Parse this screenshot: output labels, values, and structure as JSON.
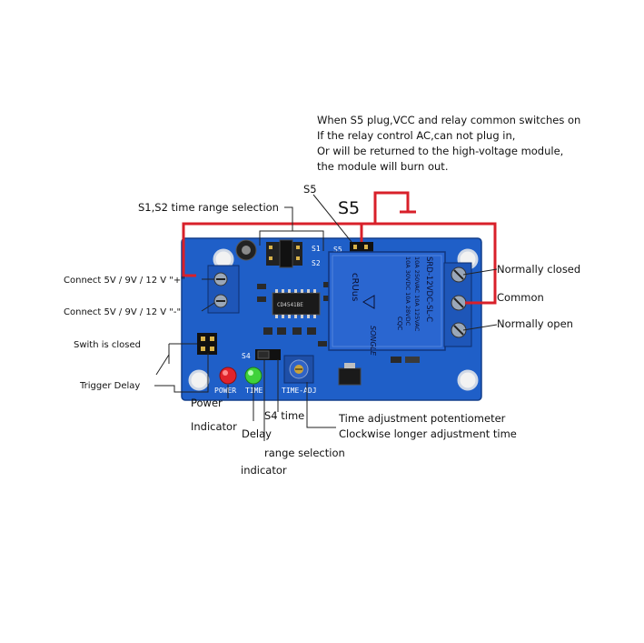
{
  "colors": {
    "board": "#1f5fc8",
    "board_dark": "#174a9e",
    "relay": "#2a66d0",
    "terminal": "#1e56b8",
    "wire_red": "#d8202a",
    "line": "#222222"
  },
  "s5_note": {
    "lines": [
      "When S5 plug,VCC and relay common switches on",
      "If the relay control AC,can not plug in,",
      "Or will be returned to the high-voltage module,",
      "the module will burn out."
    ]
  },
  "labels": {
    "s5_small": "S5",
    "s5_big": "S5",
    "s1s2": "S1,S2 time range selection",
    "connect_plus": "Connect  5V / 9V / 12 V  \"+\"",
    "connect_minus": "Connect  5V / 9V / 12 V  \"-\"",
    "switch_closed": "Swith is closed",
    "trigger_delay": "Trigger Delay",
    "normally_closed": "Normally closed",
    "common": "Common",
    "normally_open": "Normally open",
    "power": "Power",
    "indicator1": "Indicator",
    "delay": "Delay",
    "s4_time": "S4 time",
    "range_selection": "range selection",
    "indicator2": "indicator",
    "pot_line1": "Time adjustment potentiometer",
    "pot_line2": "Clockwise longer adjustment time"
  },
  "silkscreen": {
    "power": "POWER",
    "time": "TIME",
    "time_adj": "TIME-ADJ",
    "s4": "S4",
    "s5": "S5",
    "s1": "S1",
    "s2": "S2",
    "chip": "CD4541BE"
  },
  "relay": {
    "model": "SRD-12VDC-SL-C",
    "spec1": "10A 250VAC  10A 125VAC",
    "spec2": "10A 30VDC  10A 28VDC",
    "brand": "SONGLE",
    "cert": "cRUus",
    "cqc": "CQC"
  }
}
